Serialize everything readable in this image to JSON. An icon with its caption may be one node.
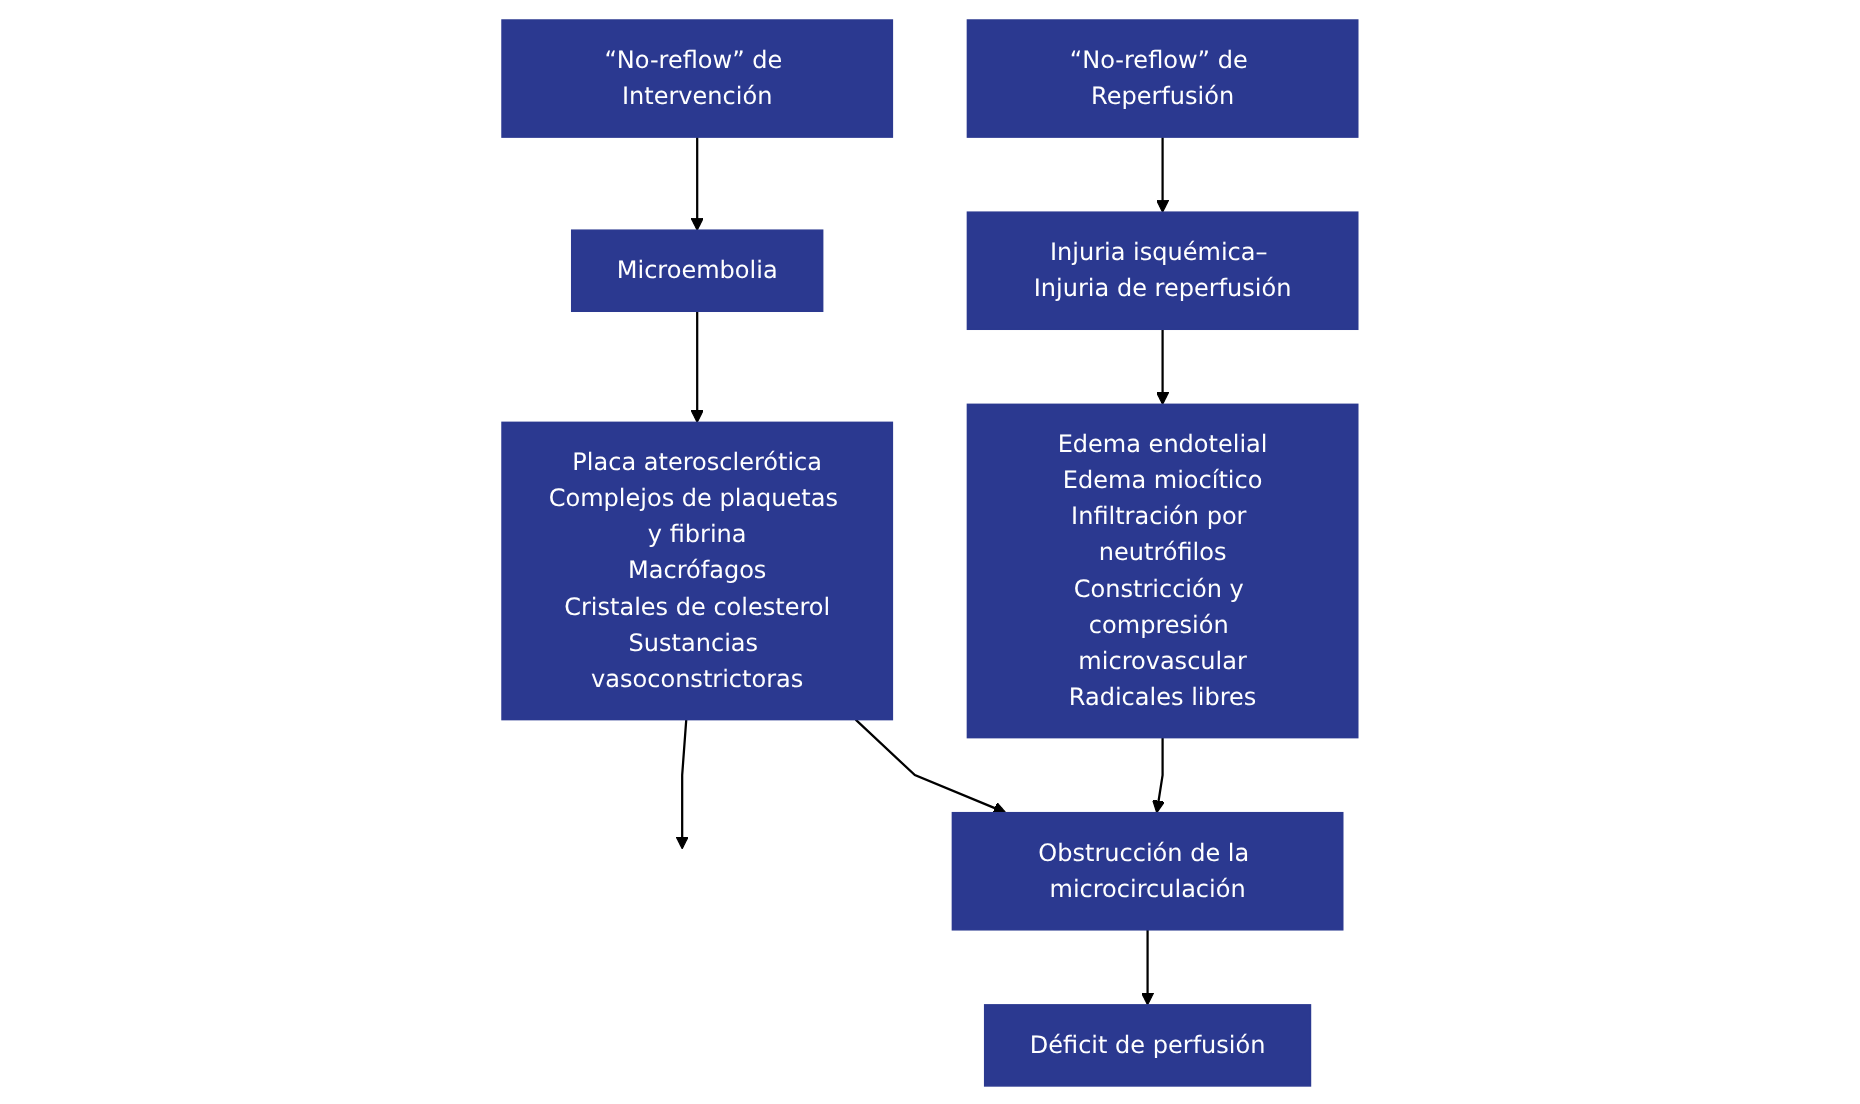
{
  "diagram": {
    "nodes": [
      {
        "text": [
          "“No-reflow” de Intervención"
        ]
      },
      {
        "text": [
          "“No-reflow” de Reperfusión"
        ]
      },
      {
        "text": [
          "Microembolia"
        ]
      },
      {
        "text": [
          "Injuria isquémica– Injuria de reperfusión"
        ]
      },
      {
        "text": [
          "Placa aterosclerótica",
          "Complejos de plaquetas y fibrina",
          "Macrófagos",
          "Cristales de colesterol",
          "Sustancias vasoconstrictoras"
        ]
      },
      {
        "text": [
          "Edema endotelial",
          "Edema miocítico",
          "Infiltración por neutrófilos",
          "Constricción y compresión microvascular",
          "Radicales libres"
        ]
      },
      {
        "text": [
          "Obstrucción de la microcirculación"
        ]
      },
      {
        "text": [
          "Déficit de perfusión"
        ]
      }
    ],
    "edges": [
      {
        "from": 0,
        "to": 2,
        "arrow": "to"
      },
      {
        "from": 1,
        "to": 3,
        "arrow": "to"
      },
      {
        "from": 2,
        "to": 4,
        "arrow": "to"
      },
      {
        "from": 3,
        "to": 5,
        "arrow": "to"
      },
      {
        "from": 4,
        "to": null,
        "arrow": "to"
      },
      {
        "from": 4,
        "to": 6,
        "arrow": "to"
      },
      {
        "from": 5,
        "to": 6,
        "arrow": "to"
      },
      {
        "from": 6,
        "to": 7,
        "arrow": "to"
      }
    ]
  }
}
